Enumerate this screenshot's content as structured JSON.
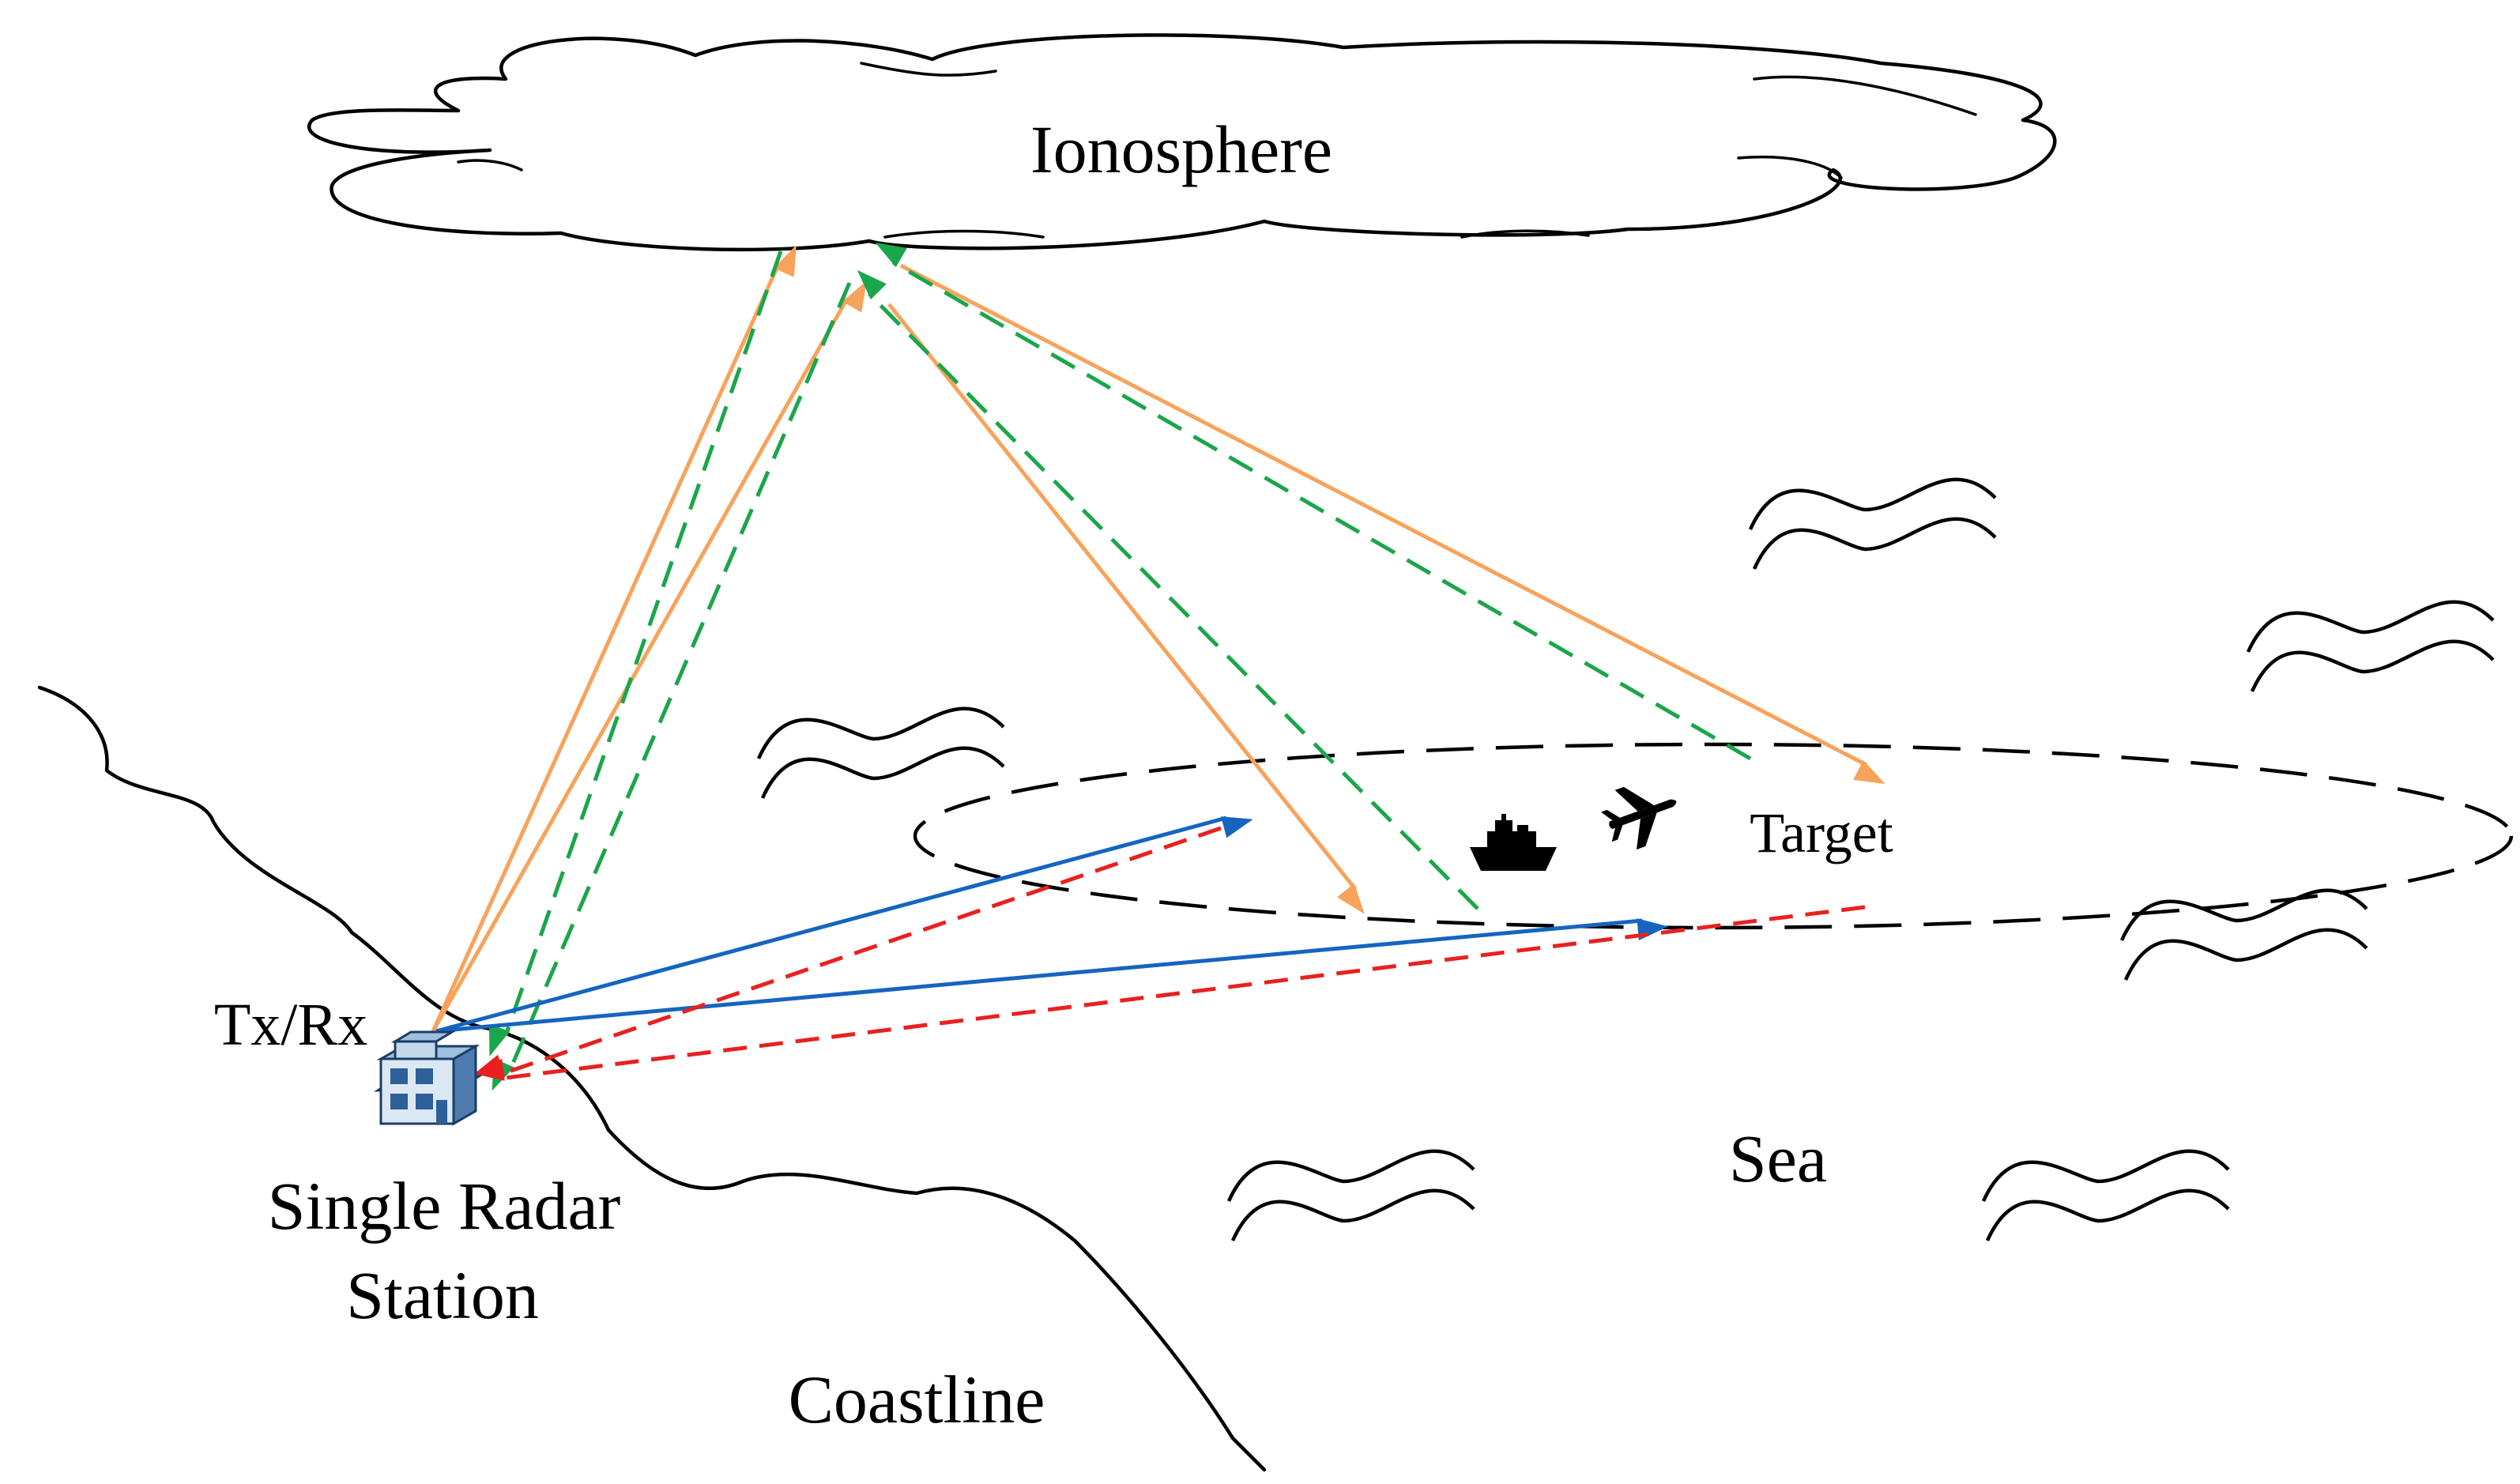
{
  "labels": {
    "ionosphere": "Ionosphere",
    "target": "Target",
    "sea": "Sea",
    "coastline": "Coastline",
    "txrx": "Tx/Rx",
    "station_line1": "Single Radar",
    "station_line2": "Station"
  },
  "colors": {
    "sky_wave_tx": "#f7a35c",
    "sky_wave_rx": "#1aa64a",
    "ground_wave_tx": "#1565c0",
    "ground_wave_rx": "#e8211f",
    "outline": "#000000"
  },
  "icons": {
    "station": "radar-station-building-icon",
    "ship": "ship-icon",
    "aircraft": "airplane-icon"
  }
}
